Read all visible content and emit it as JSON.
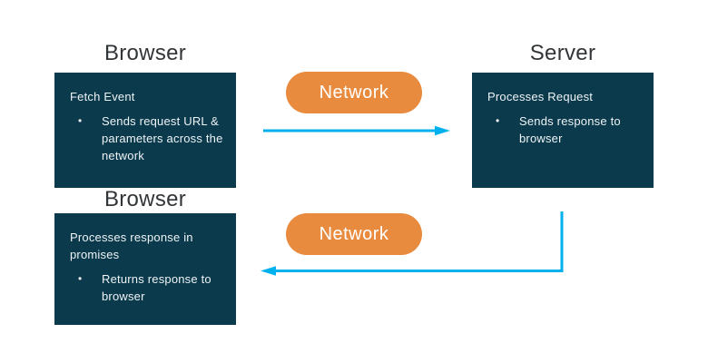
{
  "colors": {
    "background": "#ffffff",
    "node_bg": "#0b3a4c",
    "node_text": "#eef3f6",
    "title_text": "#323537",
    "network_bg": "#e98b3e",
    "network_text": "#ffffff",
    "arrow": "#00b1ee"
  },
  "nodes": [
    {
      "title": "Browser",
      "heading": "Fetch Event",
      "bullet": "Sends request URL & parameters across the network"
    },
    {
      "title": "Server",
      "heading": "Processes Request",
      "bullet": "Sends response to browser"
    },
    {
      "title": "Browser",
      "heading": "Processes response in promises",
      "bullet": "Returns response to browser"
    }
  ],
  "network": [
    {
      "label": "Network"
    },
    {
      "label": "Network"
    }
  ],
  "bullet_glyph": "•",
  "arrows": [
    {
      "name": "request-arrow",
      "direction": "right"
    },
    {
      "name": "response-arrow",
      "direction": "left"
    }
  ]
}
